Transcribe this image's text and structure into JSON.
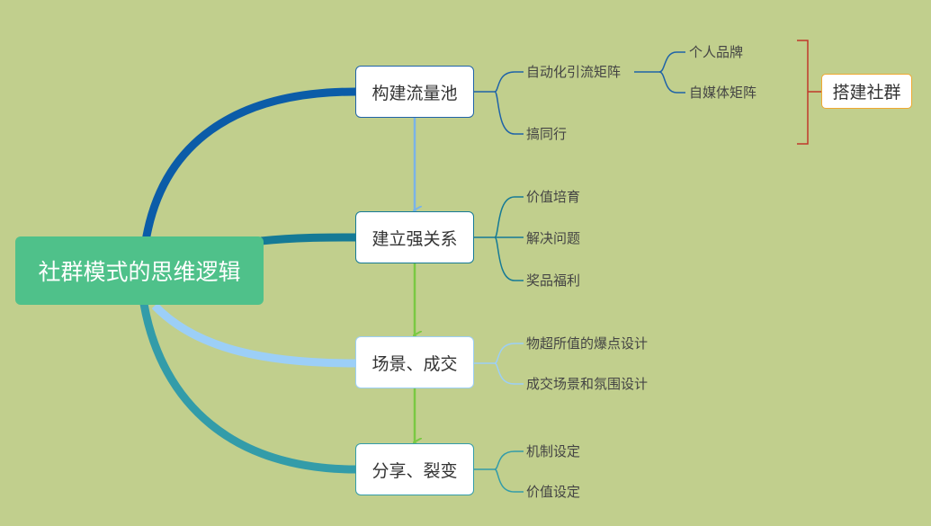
{
  "root": {
    "label": "社群模式的思维逻辑"
  },
  "branches": [
    {
      "label": "构建流量池",
      "children": [
        {
          "label": "自动化引流矩阵",
          "children": [
            {
              "label": "个人品牌"
            },
            {
              "label": "自媒体矩阵"
            }
          ]
        },
        {
          "label": "搞同行"
        }
      ]
    },
    {
      "label": "建立强关系",
      "children": [
        {
          "label": "价值培育"
        },
        {
          "label": "解决问题"
        },
        {
          "label": "奖品福利"
        }
      ]
    },
    {
      "label": "场景、成交",
      "children": [
        {
          "label": "物超所值的爆点设计"
        },
        {
          "label": "成交场景和氛围设计"
        }
      ]
    },
    {
      "label": "分享、裂变",
      "children": [
        {
          "label": "机制设定"
        },
        {
          "label": "价值设定"
        }
      ]
    }
  ],
  "summary": {
    "label": "搭建社群"
  },
  "colors": {
    "background": "#c1cf8d",
    "root": "#4fc18a",
    "branch1": "#0b5ca8",
    "branch2": "#157a96",
    "branch3": "#9ccff7",
    "branch4": "#339ca9",
    "arrow_green": "#7ac943",
    "summary_bracket": "#c0392b",
    "summary_border": "#f0a830"
  }
}
